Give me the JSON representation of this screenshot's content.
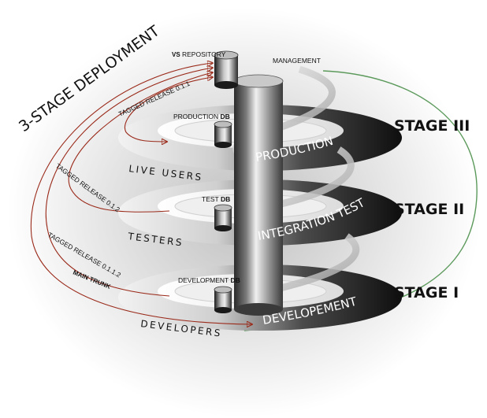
{
  "diagram": {
    "title": "3-STAGE DEPLOYMENT",
    "repository": {
      "prefix": "VS",
      "label": "REPOSITORY"
    },
    "management_label": "MANAGEMENT",
    "stages": [
      {
        "name": "STAGE III",
        "ring_label": "PRODUCTION",
        "db_label": "PRODUCTION",
        "db_suffix": "DB",
        "users": "LIVE USERS",
        "release": "TAGGED RELEASE 0.1.1"
      },
      {
        "name": "STAGE II",
        "ring_label": "INTEGRATION TEST",
        "db_label": "TEST",
        "db_suffix": "DB",
        "users": "TESTERS",
        "release": "TAGGED RELEASE 0.1.2"
      },
      {
        "name": "STAGE I",
        "ring_label": "DEVELOPEMENT",
        "db_label": "DEVELOPMENT",
        "db_suffix": "DB",
        "users": "DEVELOPERS",
        "release": "TAGGED RELEASE 0.1.1.2",
        "extra": "MAIN TRUNK"
      }
    ]
  },
  "colors": {
    "arrow": "#9a2a1a",
    "management_line": "#5c9a5c",
    "ring_dark": "#1c1c1c",
    "ring_light": "#d8d8d8",
    "pillar": "#8a8a8a"
  }
}
